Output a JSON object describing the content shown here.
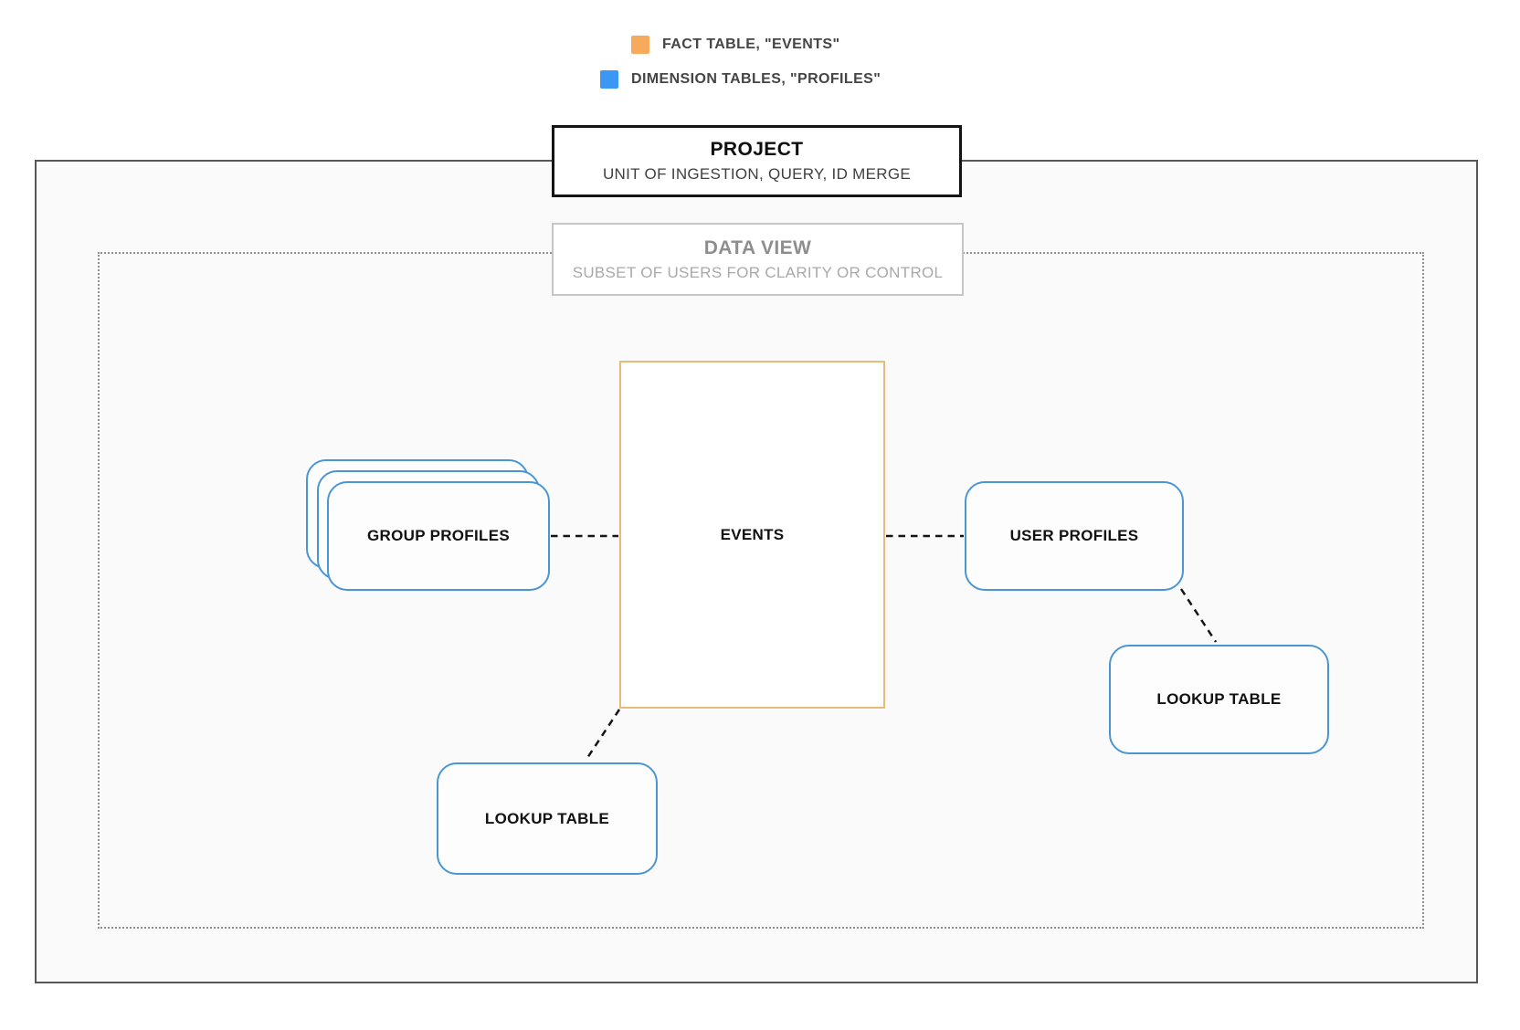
{
  "legend": {
    "items": [
      {
        "id": "fact",
        "label": "FACT TABLE, \"EVENTS\"",
        "color": "#f6ab5c"
      },
      {
        "id": "dimension",
        "label": "DIMENSION TABLES, \"PROFILES\"",
        "color": "#3b97f3"
      }
    ]
  },
  "project": {
    "title": "PROJECT",
    "subtitle": "UNIT OF INGESTION, QUERY, ID MERGE"
  },
  "data_view": {
    "title": "DATA VIEW",
    "subtitle": "SUBSET OF USERS FOR CLARITY OR CONTROL"
  },
  "nodes": {
    "events": {
      "label": "EVENTS",
      "role": "fact table"
    },
    "group_profiles": {
      "label": "GROUP PROFILES",
      "role": "dimension table stack"
    },
    "user_profiles": {
      "label": "USER PROFILES",
      "role": "dimension table"
    },
    "lookup_bottom": {
      "label": "LOOKUP TABLE",
      "role": "dimension table"
    },
    "lookup_right": {
      "label": "LOOKUP TABLE",
      "role": "dimension table"
    }
  },
  "edges": [
    {
      "from": "group_profiles",
      "to": "events",
      "style": "dashed"
    },
    {
      "from": "events",
      "to": "user_profiles",
      "style": "dashed"
    },
    {
      "from": "events",
      "to": "lookup_bottom",
      "style": "dashed"
    },
    {
      "from": "user_profiles",
      "to": "lookup_right",
      "style": "dashed"
    }
  ],
  "colors": {
    "fact_orange": "#f6ab5c",
    "fact_border": "#eaba7d",
    "dimension_blue": "#3b97f3",
    "dimension_border": "#4a96d2",
    "connector": "#151515",
    "project_border": "#141414",
    "outer_border": "#575757",
    "dotted_border": "#8f8f8f"
  }
}
